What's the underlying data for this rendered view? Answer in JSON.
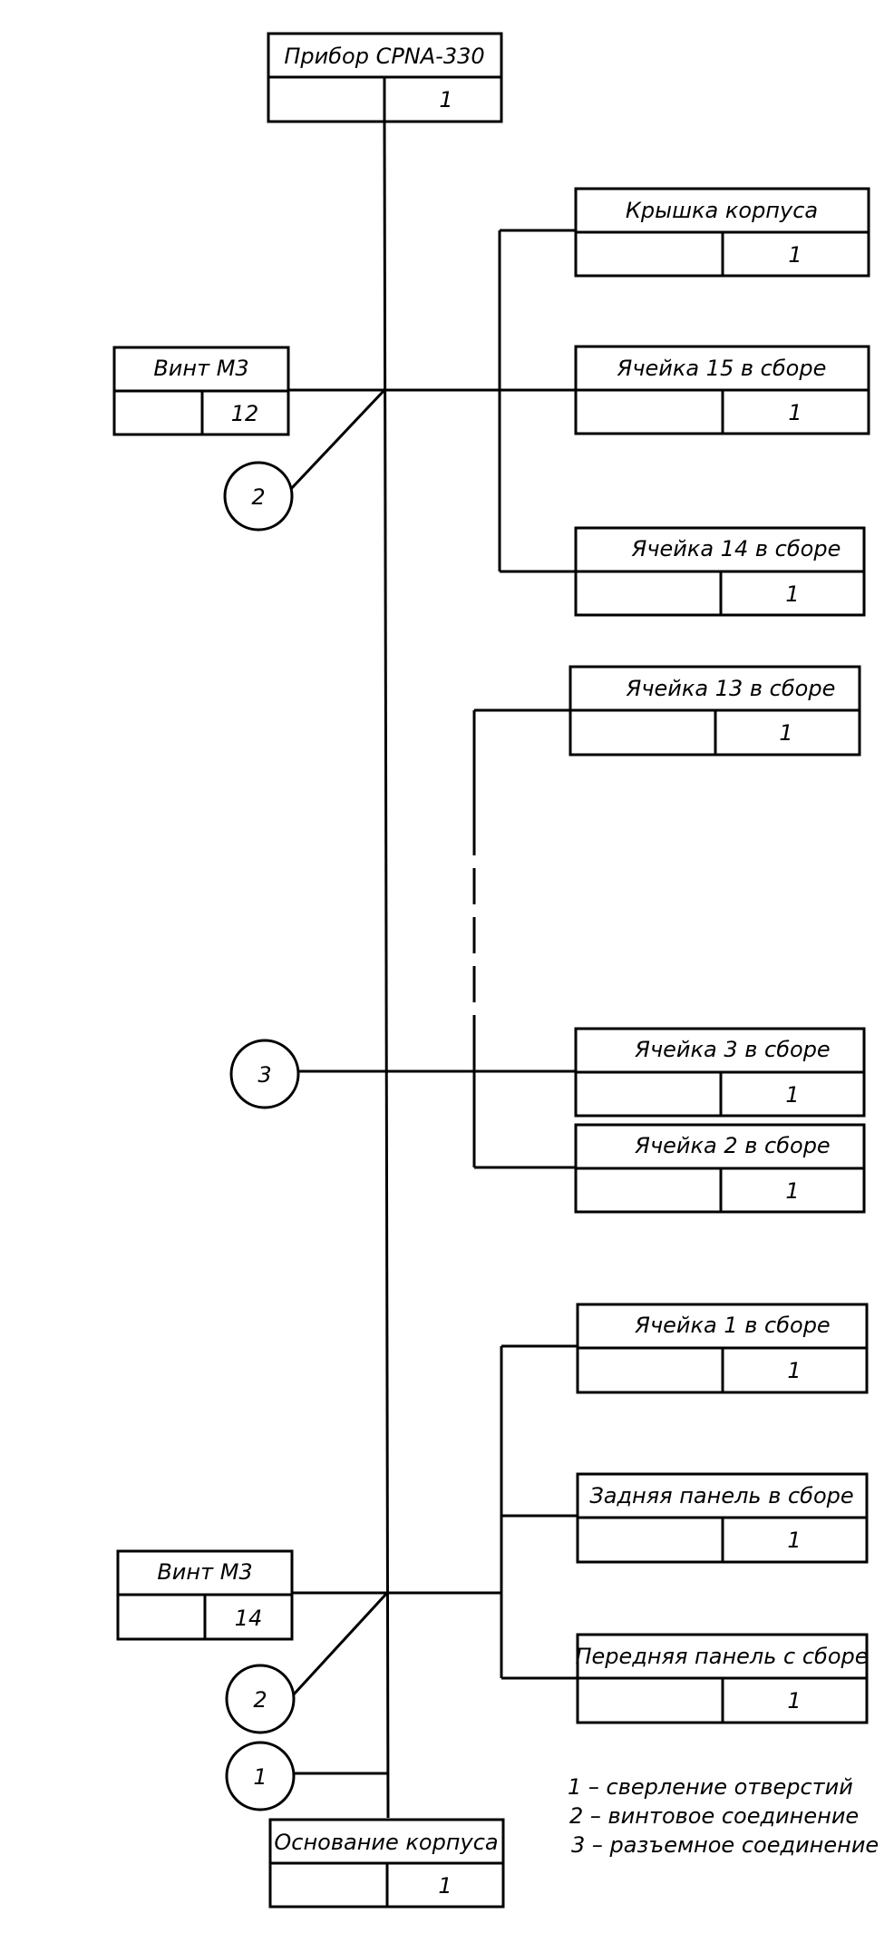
{
  "nodes": [
    {
      "label": "Прибор CPNA-330",
      "qty": "1"
    },
    {
      "label": "Крышка корпуса",
      "qty": "1"
    },
    {
      "label": "Винт М3",
      "qty": "12"
    },
    {
      "label": "Ячейка 15 в сборе",
      "qty": "1"
    },
    {
      "label": "Ячейка 14 в сборе",
      "qty": "1"
    },
    {
      "label": "Ячейка 13 в сборе",
      "qty": "1"
    },
    {
      "label": "Ячейка 3 в сборе",
      "qty": "1"
    },
    {
      "label": "Ячейка 2 в сборе",
      "qty": "1"
    },
    {
      "label": "Ячейка 1 в сборе",
      "qty": "1"
    },
    {
      "label": "Задняя панель в сборе",
      "qty": "1"
    },
    {
      "label": "Винт М3",
      "qty": "14"
    },
    {
      "label": "Передняя панель с сборе",
      "qty": "1"
    },
    {
      "label": "Основание корпуса",
      "qty": "1"
    }
  ],
  "operations": [
    {
      "label": "2"
    },
    {
      "label": "3"
    },
    {
      "label": "2"
    },
    {
      "label": "1"
    }
  ],
  "legend": [
    "1 – сверление отверстий",
    "2 – винтовое соединение",
    "3 – разъемное соединение"
  ]
}
